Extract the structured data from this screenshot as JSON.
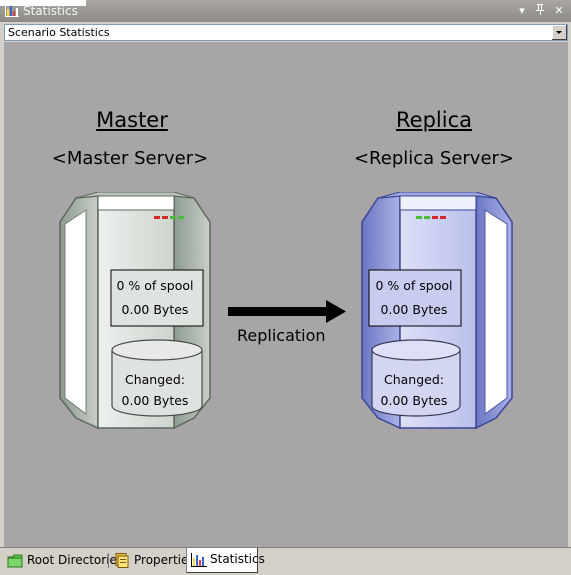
{
  "window": {
    "title": "Statistics"
  },
  "titlebar_buttons": [
    {
      "icon": "dropdown-arrow-icon",
      "glyph": "▾"
    },
    {
      "icon": "pin-icon",
      "glyph": "⫡"
    },
    {
      "icon": "close-icon",
      "glyph": "✕"
    }
  ],
  "scenario_select": {
    "value": "Scenario Statistics"
  },
  "master": {
    "role": "Master",
    "server": "<Master Server>",
    "spool_text": "0 % of spool",
    "spool_bytes": "0.00 Bytes",
    "changed_label": "Changed:",
    "changed_bytes": "0.00 Bytes",
    "leds": [
      "#d62a2a",
      "#d62a2a",
      "#4cba3c",
      "#4cba3c"
    ]
  },
  "replica": {
    "role": "Replica",
    "server": "<Replica Server>",
    "spool_text": "0 % of spool",
    "spool_bytes": "0.00 Bytes",
    "changed_label": "Changed:",
    "changed_bytes": "0.00 Bytes",
    "leds": [
      "#4cba3c",
      "#4cba3c",
      "#d62a2a",
      "#d62a2a"
    ]
  },
  "replication": {
    "label": "Replication"
  },
  "tabs": [
    {
      "label": "Root Directories",
      "icon": "folder-icon",
      "active": false
    },
    {
      "label": "Properties",
      "icon": "properties-icon",
      "active": false
    },
    {
      "label": "Statistics",
      "icon": "statistics-chart-icon",
      "active": true
    }
  ],
  "colors": {
    "canvas_bg": "#a7a5a8",
    "master_body": "#dfe3df",
    "master_shade": "#7f8e80",
    "replica_body": "#c8cdf0",
    "replica_shade": "#5a68b8",
    "folder_green": "#3aa832"
  }
}
